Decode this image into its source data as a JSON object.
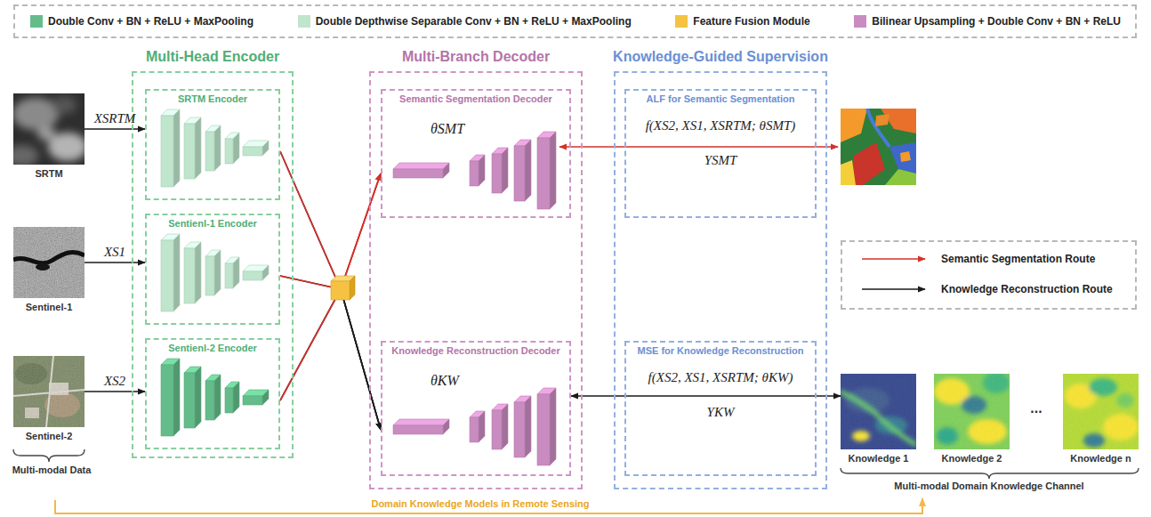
{
  "diagram": {
    "nodes": [
      {
        "text": [
          "SRTM"
        ]
      },
      {
        "text": [
          "Sentinel-1"
        ]
      },
      {
        "text": [
          "Sentinel-2"
        ]
      },
      {
        "text": [
          "Multi-Head Encoder"
        ]
      },
      {
        "text": [
          "SRTM Encoder"
        ],
        "in": 3
      },
      {
        "text": [
          "Sentienl-1 Encoder"
        ],
        "in": 3
      },
      {
        "text": [
          "Sentienl-2 Encoder"
        ],
        "in": 3
      },
      {
        "text": [
          "Multi-Branch Decoder"
        ]
      },
      {
        "text": [
          "Semantic Segmentation Decoder",
          "θSMT"
        ],
        "in": 7
      },
      {
        "text": [
          "Knowledge Reconstruction Decoder",
          "θKW"
        ],
        "in": 7
      },
      {
        "text": [
          "Knowledge-Guided Supervision"
        ]
      },
      {
        "text": [
          "ALF for Semantic Segmentation",
          "f(XS2, XS1, XSRTM; θSMT)",
          "YSMT"
        ],
        "in": 10
      },
      {
        "text": [
          "MSE for Knowledge Reconstruction",
          "f(XS2, XS1, XSRTM; θKW)",
          "YKW"
        ],
        "in": 10
      },
      {
        "text": [
          "Knowledge 1"
        ]
      },
      {
        "text": [
          "Knowledge 2"
        ]
      },
      {
        "text": [
          "Knowledge n"
        ]
      }
    ],
    "edges": [
      {
        "from": 0,
        "to": 4,
        "label": "XSRTM",
        "arrow": "to"
      },
      {
        "from": 1,
        "to": 5,
        "label": "XS1",
        "arrow": "to"
      },
      {
        "from": 2,
        "to": 6,
        "label": "XS2",
        "arrow": "to"
      },
      {
        "from": 4,
        "to": 8,
        "arrow": "to"
      },
      {
        "from": 5,
        "to": 8,
        "arrow": "to"
      },
      {
        "from": 6,
        "to": 8,
        "arrow": "to"
      },
      {
        "from": 4,
        "to": 9,
        "arrow": "to"
      },
      {
        "from": 5,
        "to": 9,
        "arrow": "to"
      },
      {
        "from": 6,
        "to": 9,
        "arrow": "to"
      },
      {
        "from": 9,
        "to": 13,
        "arrow": "both"
      }
    ],
    "labels": [
      "Multi-modal Data",
      "...",
      "Multi-modal Domain Knowledge Channel",
      "Domain Knowledge Models in Remote Sensing"
    ],
    "legend": [
      {
        "text": "Double Conv + BN + ReLU + MaxPooling",
        "color": "#64bc8a"
      },
      {
        "text": "Double Depthwise Separable Conv + BN + ReLU + MaxPooling",
        "color": "#bfe5cc"
      },
      {
        "text": "Feature Fusion Module",
        "color": "#f5c242"
      },
      {
        "text": "Bilinear Upsampling + Double Conv + BN + ReLU",
        "color": "#c98cc0"
      },
      {
        "text": "Semantic Segmentation Route"
      },
      {
        "text": "Knowledge Reconstruction Route"
      }
    ]
  }
}
